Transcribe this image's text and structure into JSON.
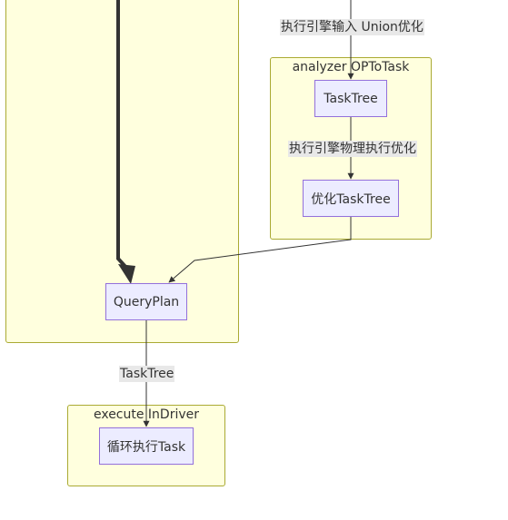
{
  "clusters": {
    "left": {
      "title": ""
    },
    "analyzer": {
      "title": "analyzer OPToTask"
    },
    "execute": {
      "title": "execute InDriver"
    }
  },
  "nodes": {
    "task_tree": "TaskTree",
    "optimized_task_tree": "优化TaskTree",
    "query_plan": "QueryPlan",
    "loop_execute_task": "循环执行Task"
  },
  "edge_labels": {
    "union_optimization": "执行引擎输入 Union优化",
    "physical_optimization": "执行引擎物理执行优化",
    "plan_to_execute": "TaskTree"
  },
  "colors": {
    "cluster_fill": "#ffffde",
    "cluster_border": "#aaaa33",
    "node_fill": "#ececff",
    "node_border": "#9370db",
    "edge": "#333333",
    "edge_label_bg": "#e8e8e8"
  }
}
